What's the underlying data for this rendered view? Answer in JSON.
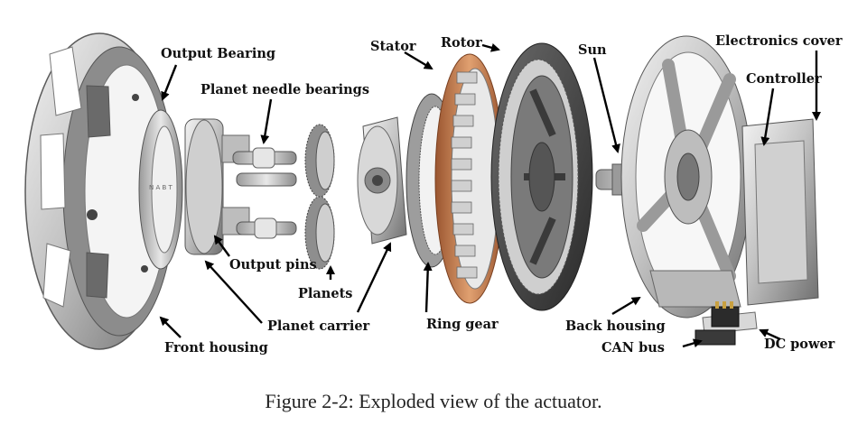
{
  "labels": {
    "output_bearing": "Output Bearing",
    "planet_needle_bearings": "Planet needle bearings",
    "stator": "Stator",
    "rotor": "Rotor",
    "sun": "Sun",
    "electronics_cover": "Electronics cover",
    "controller": "Controller",
    "output_pins": "Output pins",
    "planets": "Planets",
    "planet_carrier": "Planet carrier",
    "ring_gear": "Ring gear",
    "back_housing": "Back housing",
    "front_housing": "Front housing",
    "can_bus": "CAN bus",
    "dc_power": "DC power"
  },
  "caption": "Figure 2-2: Exploded view of the actuator.",
  "colors": {
    "metal_light": "#d9d9d9",
    "metal_dark": "#6e6e6e",
    "copper": "#c8794a",
    "rotor_dark": "#3a3a3a",
    "label": "#111111"
  }
}
